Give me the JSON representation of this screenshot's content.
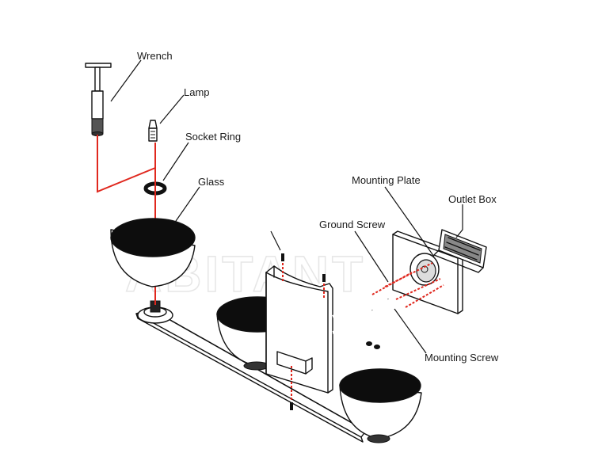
{
  "labels": {
    "wrench": "Wrench",
    "lamp": "Lamp",
    "socket_ring": "Socket Ring",
    "glass": "Glass",
    "mounting_plate": "Mounting Plate",
    "outlet_box": "Outlet Box",
    "ground_screw": "Ground Screw",
    "mounting_screw": "Mounting Screw"
  },
  "watermark": "ABITANT",
  "colors": {
    "assembly_line": "#e0281e",
    "ink": "#111111",
    "background": "#ffffff"
  }
}
